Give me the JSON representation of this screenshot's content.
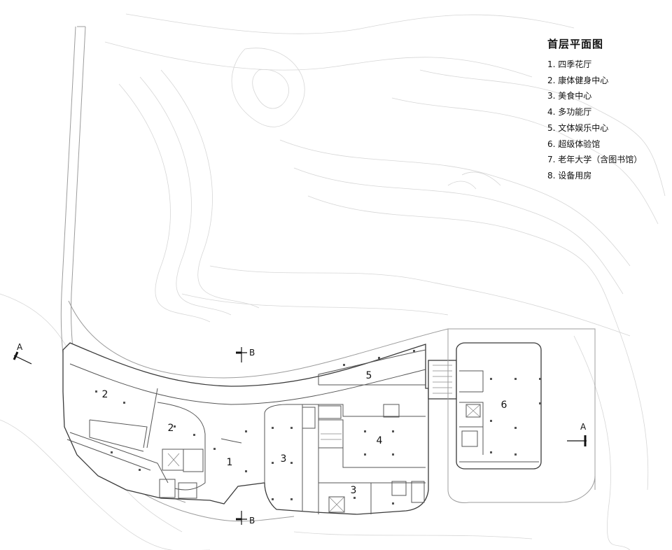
{
  "legend": {
    "title": "首层平面图",
    "items": [
      "1. 四季花厅",
      "2. 康体健身中心",
      "3. 美食中心",
      "4. 多功能厅",
      "5. 文体娱乐中心",
      "6. 超级体验馆",
      "7. 老年大学（含图书馆）",
      "8. 设备用房"
    ]
  },
  "room_labels": {
    "r1": "1",
    "r2a": "2",
    "r2b": "2",
    "r3a": "3",
    "r3b": "3",
    "r4": "4",
    "r5": "5",
    "r6": "6"
  },
  "section_marks": {
    "a_left": "A",
    "a_right": "A",
    "b_top": "B",
    "b_bottom": "B"
  }
}
